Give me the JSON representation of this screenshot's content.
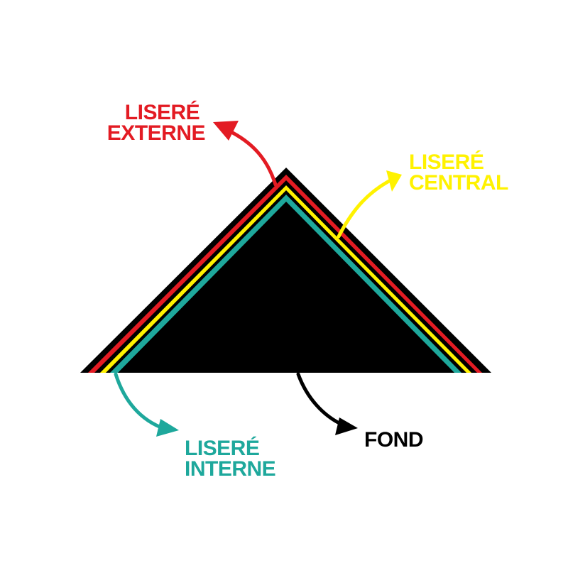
{
  "diagram": {
    "labels": {
      "outer": {
        "line1": "LISERÉ",
        "line2": "EXTERNE"
      },
      "central": {
        "line1": "LISERÉ",
        "line2": "CENTRAL"
      },
      "inner": {
        "line1": "LISERÉ",
        "line2": "INTERNE"
      },
      "background": {
        "line1": "FOND"
      }
    },
    "colors": {
      "outer_trim": "#e31b23",
      "central_trim": "#fff200",
      "inner_trim": "#1ea89c",
      "background": "#000000",
      "page": "#ffffff"
    }
  }
}
